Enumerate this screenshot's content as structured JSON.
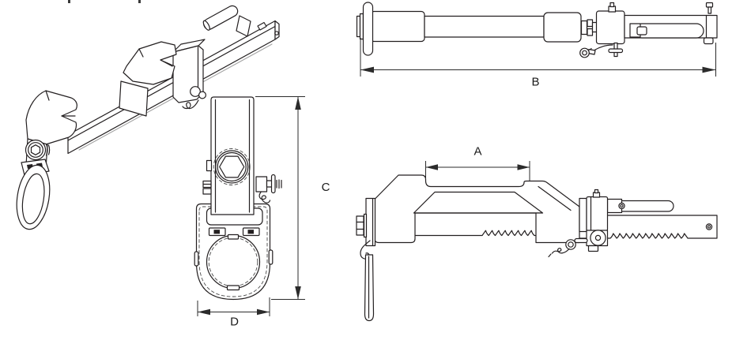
{
  "dimensions": {
    "a": "A",
    "b": "B",
    "c": "C",
    "d": "D"
  },
  "colors": {
    "line": "#231f20",
    "dimension": "#2b2b2b",
    "shadow": "#a3a3a3",
    "background": "#ffffff"
  }
}
